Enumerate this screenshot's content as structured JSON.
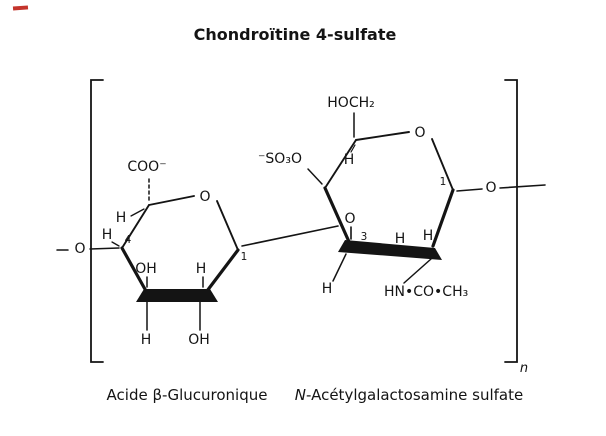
{
  "title": "Chondroïtine 4-sulfate",
  "repeat_subscript": "n",
  "chain": {
    "left_terminal_oxygen": "O",
    "right_terminal_oxygen": "O",
    "glycosidic_oxygen": "O"
  },
  "left_ring": {
    "carboxylate": "COO⁻",
    "ring_oxygen": "O",
    "h_c5": "H",
    "h_c4": "H",
    "position_4": "4",
    "position_1": "1",
    "oh_up": "OH",
    "h_up": "H",
    "h_down": "H",
    "oh_down": "OH"
  },
  "right_ring": {
    "hydroxymethyl": "HOCH₂",
    "sulfate": "⁻SO₃O",
    "ring_oxygen": "O",
    "h_c5": "H",
    "h_c2": "H",
    "h_c1": "H",
    "h_c3": "H",
    "position_3": "3",
    "position_1": "1",
    "acetamido": "HN•CO•CH₃"
  },
  "captions": {
    "left": "Acide β-Glucuronique",
    "right_prefix": "N",
    "right_suffix": "-Acétylgalactosamine sulfate"
  },
  "colors": {
    "ink": "#141414",
    "pen_mark": "#c4342c"
  }
}
